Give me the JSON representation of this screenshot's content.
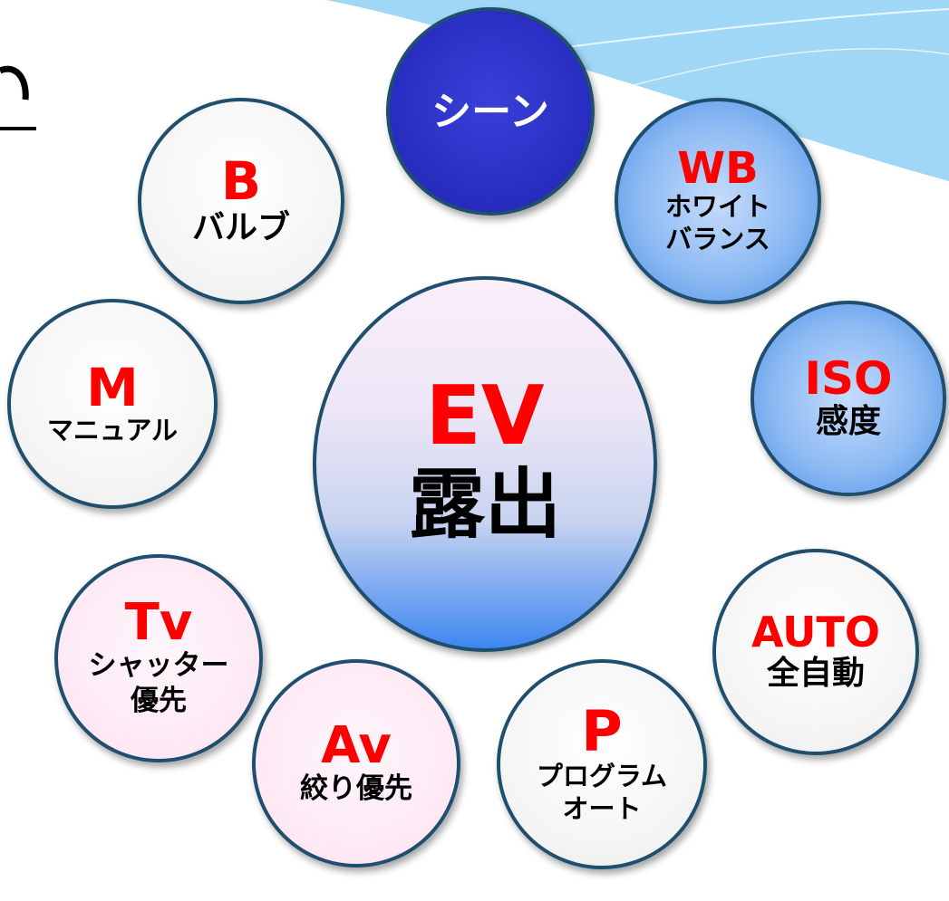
{
  "center": {
    "code": "EV",
    "name": "露出"
  },
  "modes": [
    {
      "id": "scene",
      "code": "",
      "name": "シーン"
    },
    {
      "id": "wb",
      "code": "WB",
      "name": "ホワイト\nバランス"
    },
    {
      "id": "iso",
      "code": "ISO",
      "name": "感度"
    },
    {
      "id": "auto",
      "code": "AUTO",
      "name": "全自動"
    },
    {
      "id": "p",
      "code": "P",
      "name": "プログラム\nオート"
    },
    {
      "id": "av",
      "code": "Av",
      "name": "絞り優先"
    },
    {
      "id": "tv",
      "code": "Tv",
      "name": "シャッター\n優先"
    },
    {
      "id": "m",
      "code": "M",
      "name": "マニュアル"
    },
    {
      "id": "b",
      "code": "B",
      "name": "バルブ"
    }
  ],
  "colors": {
    "code_text": "#ff0000",
    "border": "#1f4e6e",
    "scene_fill": "#2a2fc4",
    "blue_fill": "#8dbaf3",
    "pink_fill": "#fde8f4",
    "banner": "#8fd0f5"
  }
}
